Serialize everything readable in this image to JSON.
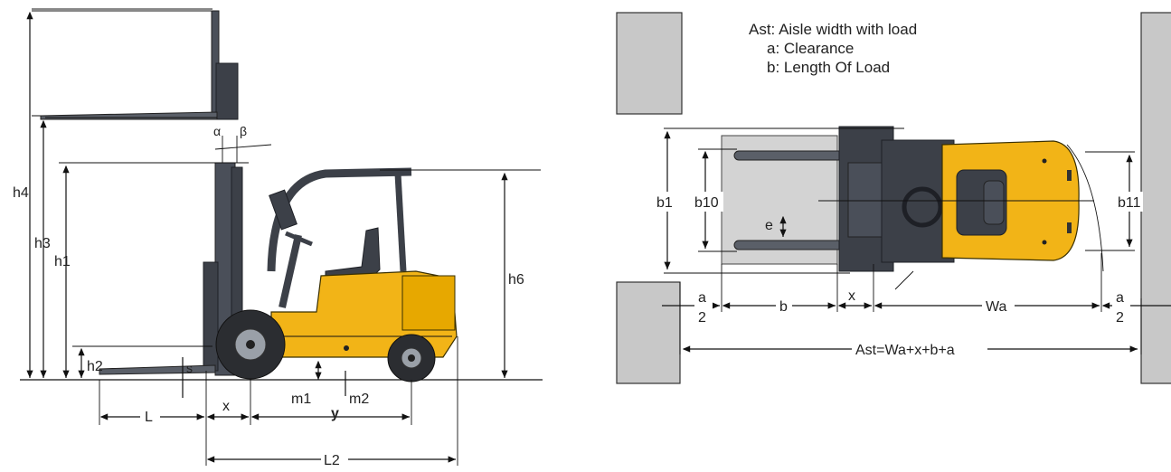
{
  "side_view": {
    "labels": {
      "h4": "h4",
      "h3": "h3",
      "h1": "h1",
      "h2": "h2",
      "h6": "h6",
      "s": "s",
      "alpha": "α",
      "beta": "β",
      "L": "L",
      "x": "x",
      "y": "y",
      "m1": "m1",
      "m2": "m2",
      "L2": "L2"
    }
  },
  "top_view": {
    "legend": {
      "line1": "Ast:  Aisle width with load",
      "line2": "a: Clearance",
      "line3": "b: Length Of Load"
    },
    "labels": {
      "b1": "b1",
      "b10": "b10",
      "b11": "b11",
      "e": "e",
      "x": "x",
      "b": "b",
      "Wa": "Wa",
      "a_left": "a",
      "two_left": "2",
      "a_right": "a",
      "two_right": "2",
      "ast_formula": "Ast=Wa+x+b+a"
    }
  },
  "colors": {
    "body_yellow": "#f2b417",
    "mast_gray": "#4a4f59",
    "wall_gray": "#c8c8c8"
  }
}
